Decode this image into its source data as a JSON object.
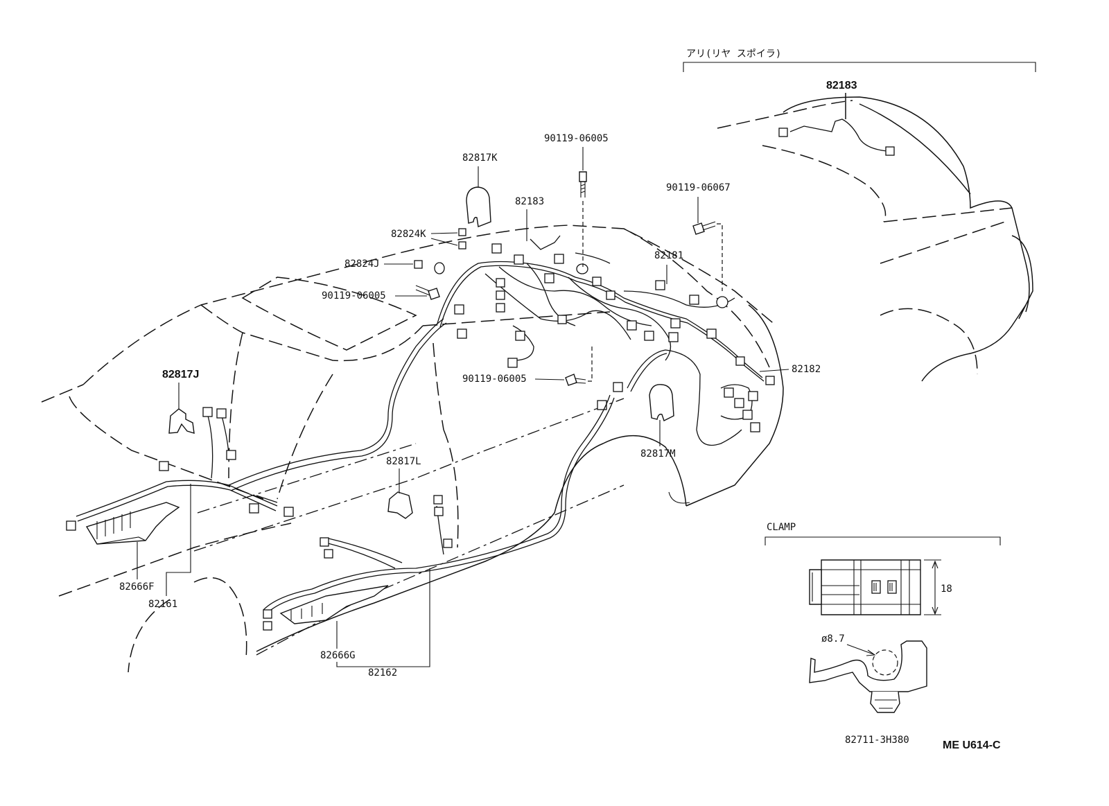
{
  "section_label": "アリ(リヤ スポイラ)",
  "clamp_section_label": "CLAMP",
  "clamp_dimensions": {
    "height": "18",
    "diameter": "ø8.7"
  },
  "clamp_part_number": "82711-3H380",
  "drawing_code": "ME U614-C",
  "parts": {
    "p82183_spoiler": "82183",
    "p90119_06005_top": "90119-06005",
    "p82817K": "82817K",
    "p90119_06067": "90119-06067",
    "p82183_main": "82183",
    "p82824K": "82824K",
    "p82824J": "82824J",
    "p82181": "82181",
    "p90119_06005_left": "90119-06005",
    "p82182": "82182",
    "p82817J": "82817J",
    "p90119_06005_mid": "90119-06005",
    "p82817L": "82817L",
    "p82817M": "82817M",
    "p82666F": "82666F",
    "p82161": "82161",
    "p82666G": "82666G",
    "p82162": "82162"
  }
}
